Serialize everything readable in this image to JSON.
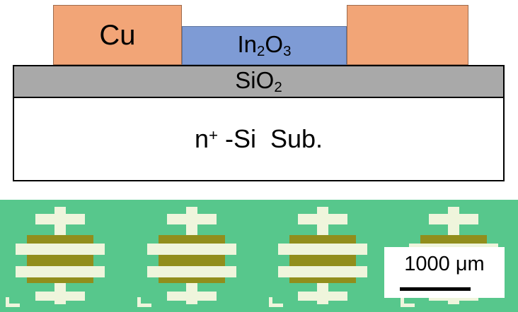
{
  "colors": {
    "cu": "#F2A577",
    "in2o3": "#7E9BD5",
    "sio2": "#A9A9A9",
    "substrate": "#FFFFFF",
    "outline": "#000000",
    "micrograph_bg": "#57C78C",
    "device_active": "#918E1C",
    "device_electrode": "#EFF5DC",
    "scalebar_bg": "#FFFFFF",
    "scalebar_line": "#000000"
  },
  "schematic": {
    "cu_label": "Cu",
    "in2o3_label": {
      "base1": "In",
      "sub1": "2",
      "base2": "O",
      "sub2": "3"
    },
    "sio2_label": {
      "base": "SiO",
      "sub": "2"
    },
    "substrate_label": {
      "base1": "n",
      "sup1": "+",
      "base2": " -Si  Sub."
    }
  },
  "micrograph": {
    "device_count": 4,
    "scale_bar_label": "1000 μm"
  }
}
